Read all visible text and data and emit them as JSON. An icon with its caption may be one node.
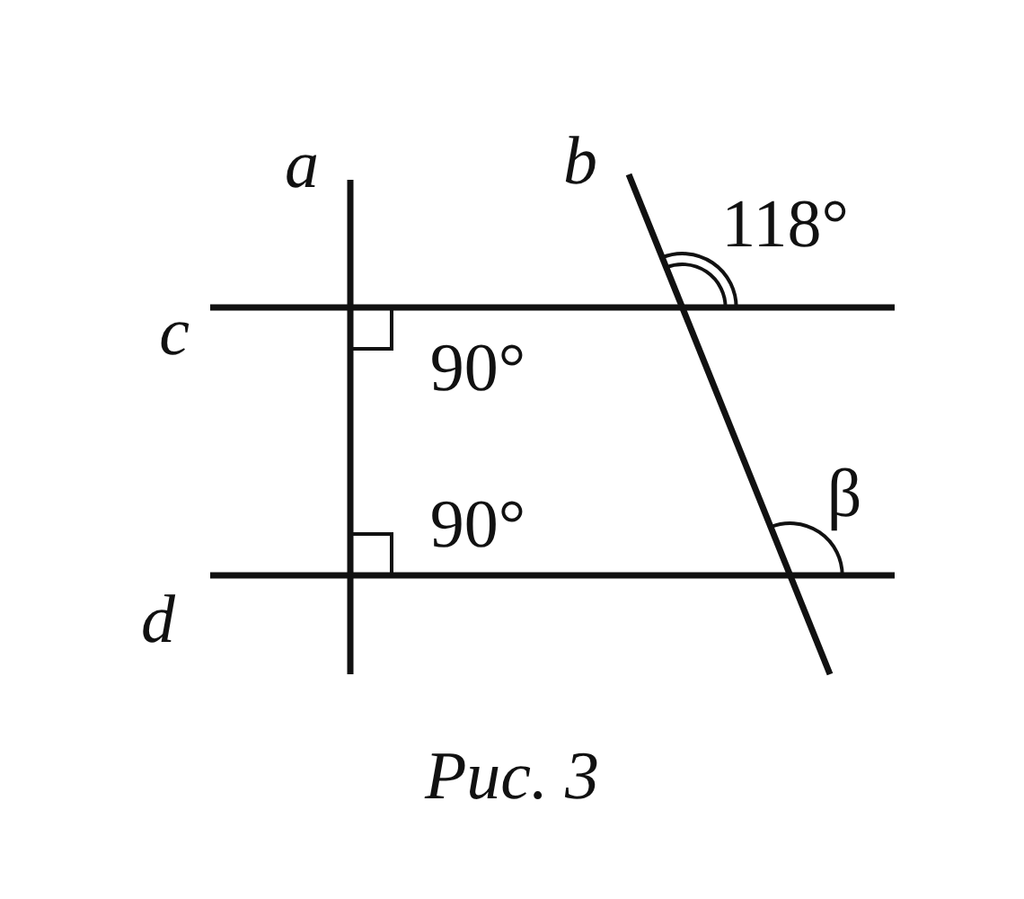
{
  "diagram": {
    "caption": "Рис. 3",
    "labels": [
      "a",
      "b",
      "118°",
      "c",
      "90°",
      "90°",
      "β",
      "d"
    ]
  }
}
